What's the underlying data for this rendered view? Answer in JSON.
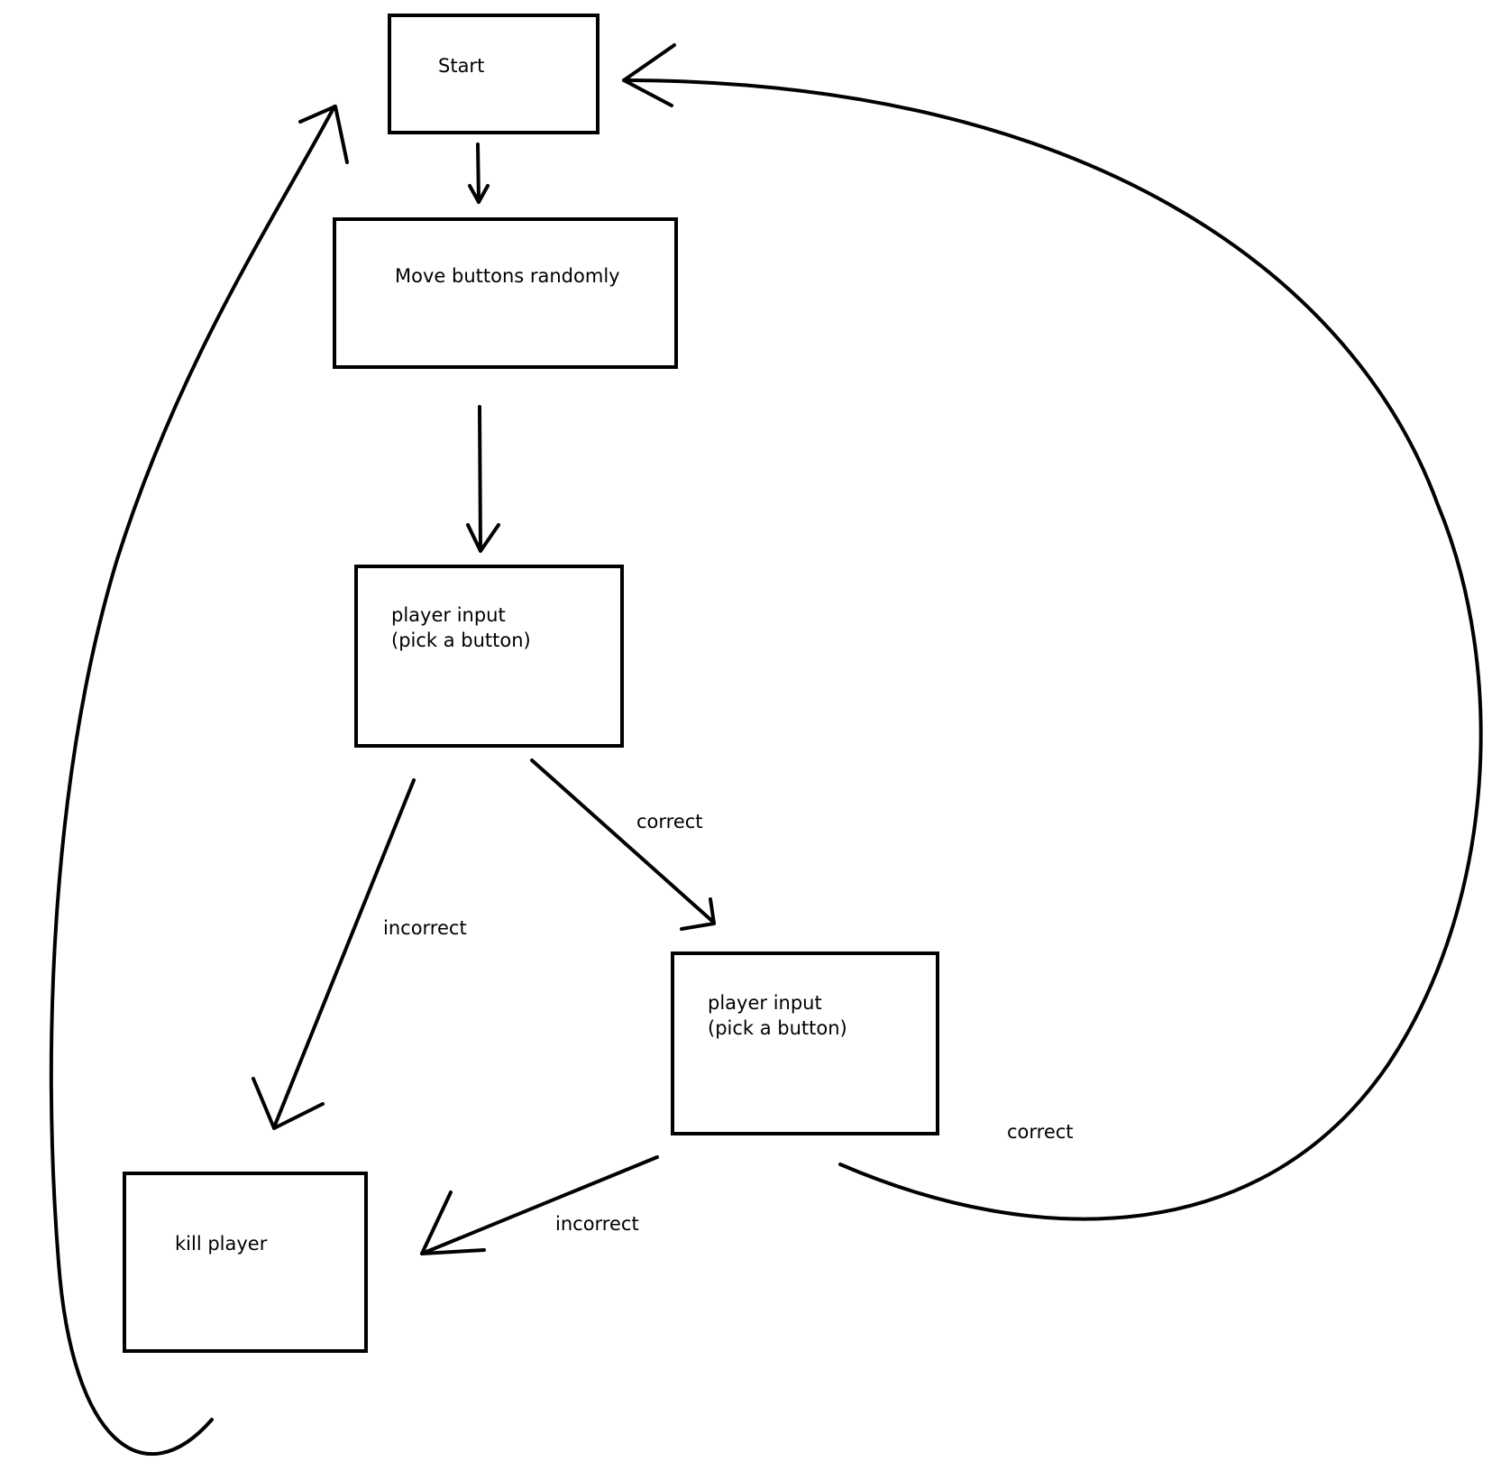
{
  "diagram": {
    "nodes": [
      {
        "id": "start",
        "lines": [
          "Start"
        ]
      },
      {
        "id": "move",
        "lines": [
          "Move buttons randomly"
        ]
      },
      {
        "id": "input1",
        "lines": [
          "player input",
          "(pick a button)"
        ]
      },
      {
        "id": "input2",
        "lines": [
          "player input",
          "(pick a button)"
        ]
      },
      {
        "id": "kill",
        "lines": [
          "kill player"
        ]
      }
    ],
    "edges": [
      {
        "id": "e-start-move",
        "from": "start",
        "to": "move",
        "label": ""
      },
      {
        "id": "e-move-input1",
        "from": "move",
        "to": "input1",
        "label": ""
      },
      {
        "id": "e-input1-input2",
        "from": "input1",
        "to": "input2",
        "label": "correct"
      },
      {
        "id": "e-input1-kill",
        "from": "input1",
        "to": "kill",
        "label": "incorrect"
      },
      {
        "id": "e-input2-kill",
        "from": "input2",
        "to": "kill",
        "label": "incorrect"
      },
      {
        "id": "e-input2-start",
        "from": "input2",
        "to": "start",
        "label": "correct"
      },
      {
        "id": "e-kill-start",
        "from": "kill",
        "to": "start",
        "label": ""
      }
    ],
    "colors": {
      "stroke": "#000000",
      "background": "#ffffff",
      "text": "#000000"
    }
  }
}
